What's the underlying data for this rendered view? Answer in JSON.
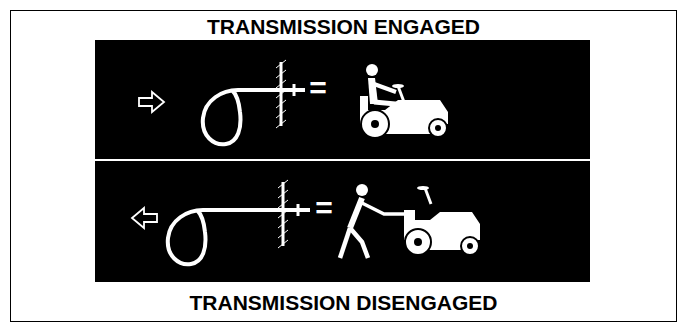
{
  "diagram": {
    "nodes": [
      {
        "text": [
          "TRANSMISSION ENGAGED",
          "TRANSMISSION DISENGAGED"
        ]
      }
    ],
    "labels": [
      "=",
      "="
    ]
  }
}
